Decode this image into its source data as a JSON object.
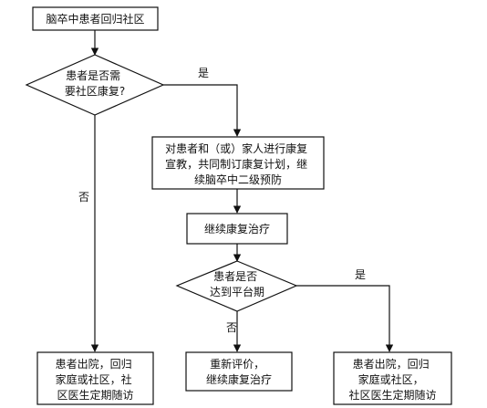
{
  "diagram": {
    "nodes": {
      "start": {
        "lines": [
          "脑卒中患者回归社区"
        ]
      },
      "decision_rehab": {
        "lines": [
          "患者是否需",
          "要社区康复?"
        ]
      },
      "education": {
        "lines": [
          "对患者和（或）家人进行康复",
          "宣教，共同制订康复计划，继",
          "续脑卒中二级预防"
        ]
      },
      "continue_rehab": {
        "lines": [
          "继续康复治疗"
        ]
      },
      "decision_plateau": {
        "lines": [
          "患者是否",
          "达到平台期"
        ]
      },
      "discharge_left": {
        "lines": [
          "患者出院，回归",
          "家庭或社区，社",
          "区医生定期随访"
        ]
      },
      "reassess": {
        "lines": [
          "重新评价，",
          "继续康复治疗"
        ]
      },
      "discharge_right": {
        "lines": [
          "患者出院，回归",
          "家庭或社区，",
          "社区医生定期随访"
        ]
      }
    },
    "edge_labels": {
      "yes_1": "是",
      "no_1": "否",
      "no_2": "否",
      "yes_2": "是"
    }
  }
}
